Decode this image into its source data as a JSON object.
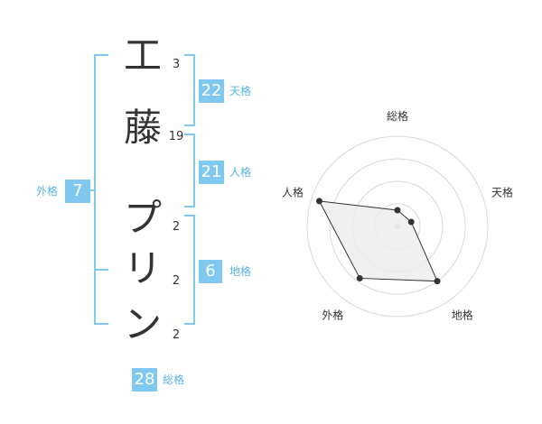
{
  "name": {
    "chars": [
      {
        "char": "工",
        "strokes": "3"
      },
      {
        "char": "藤",
        "strokes": "19"
      },
      {
        "char": "プ",
        "strokes": "2"
      },
      {
        "char": "リ",
        "strokes": "2"
      },
      {
        "char": "ン",
        "strokes": "2"
      }
    ]
  },
  "kakusu": {
    "tenkaku": {
      "value": "22",
      "label": "天格"
    },
    "jinkaku": {
      "value": "21",
      "label": "人格"
    },
    "chikaku": {
      "value": "6",
      "label": "地格"
    },
    "gaikaku": {
      "value": "7",
      "label": "外格"
    },
    "soukaku": {
      "value": "28",
      "label": "総格"
    }
  },
  "colors": {
    "accent": "#7fc8f0",
    "accent_text": "#5ab3e6",
    "radar_fill": "#ececec",
    "radar_ring": "#d8d8d8"
  },
  "chart_data": {
    "type": "radar",
    "axes": [
      "総格",
      "天格",
      "地格",
      "外格",
      "人格"
    ],
    "values": [
      0.18,
      0.16,
      0.75,
      0.71,
      0.91
    ],
    "rings": 4,
    "range": [
      0,
      1
    ]
  }
}
